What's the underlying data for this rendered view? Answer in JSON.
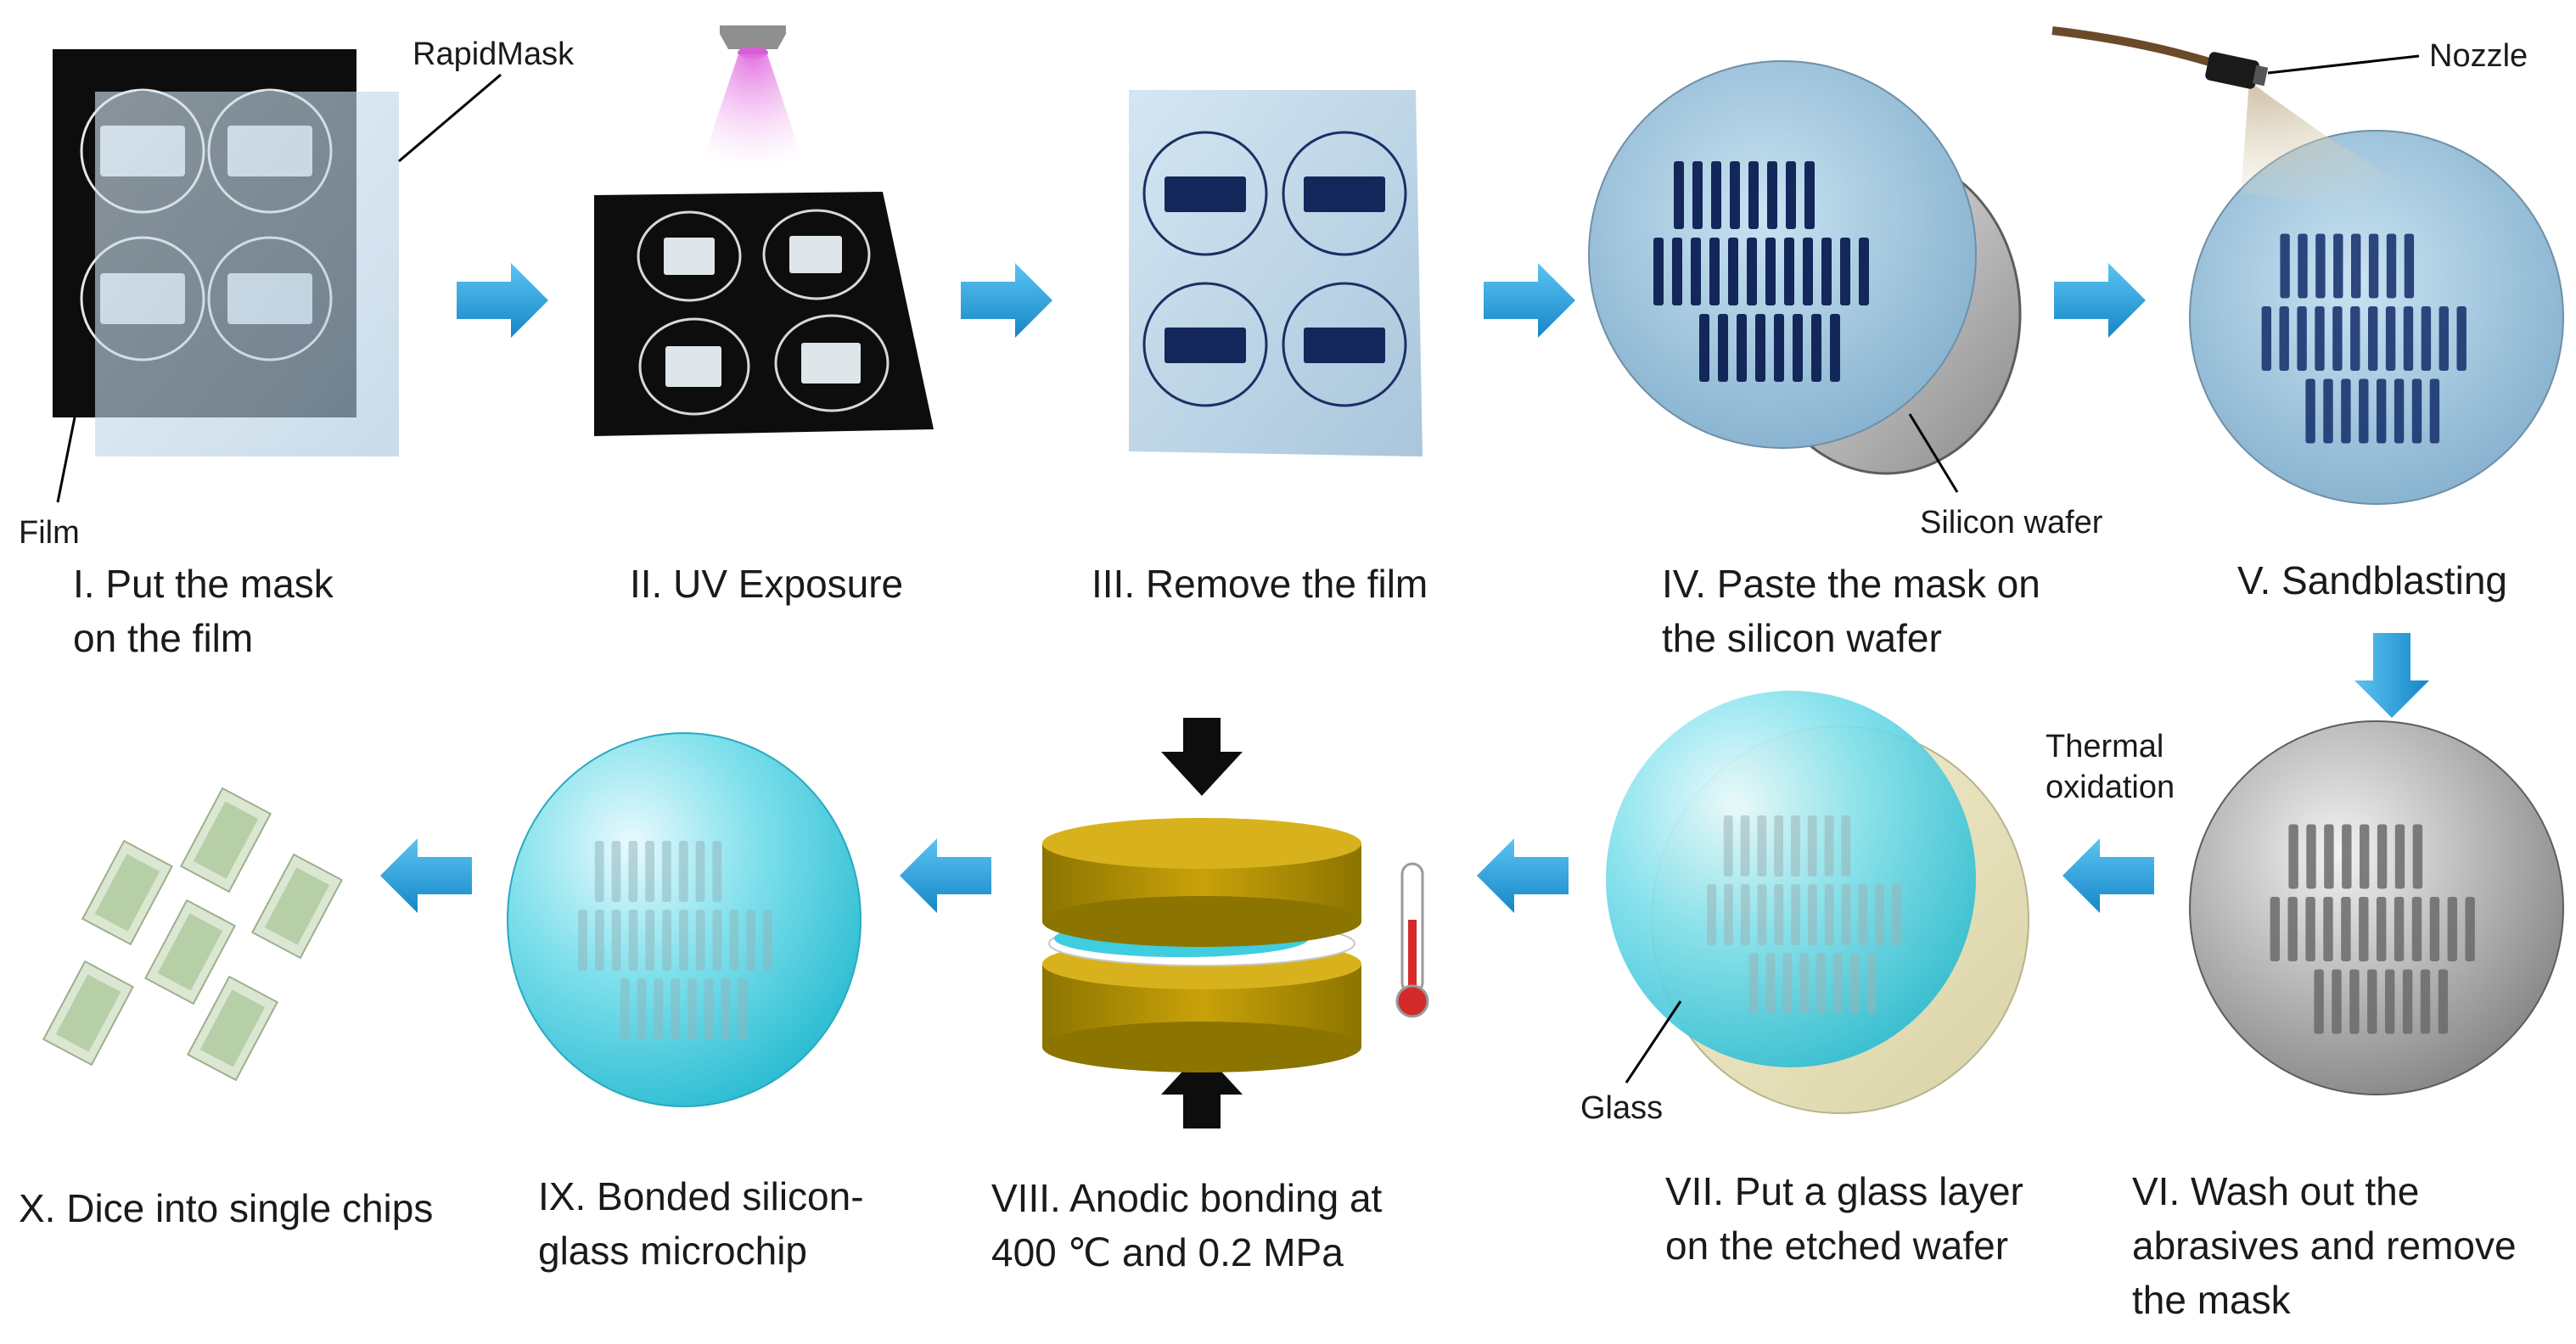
{
  "steps": {
    "s1": "I. Put the mask\non the film",
    "s2": "II. UV Exposure",
    "s3": "III. Remove the film",
    "s4": "IV. Paste the mask on\nthe silicon wafer",
    "s5": "V. Sandblasting",
    "s6": "VI.   Wash   out   the\nabrasives and remove\nthe mask",
    "s7": "VII. Put  a glass layer\non the etched wafer",
    "s8": "VIII. Anodic bonding at\n400 ℃ and 0.2 MPa",
    "s9": "IX. Bonded silicon-\nglass microchip",
    "s10": "X. Dice into single chips"
  },
  "callouts": {
    "rapidmask": "RapidMask",
    "film": "Film",
    "nozzle": "Nozzle",
    "silicon_wafer": "Silicon wafer",
    "thermal_oxidation": "Thermal\noxidation",
    "glass": "Glass"
  },
  "colors": {
    "arrow": "#1f9ad6",
    "film_black": "#0d0d0d",
    "mask_blue": "#b9d3e6",
    "wafer_blue": "#9fc4dc",
    "channel_navy": "#14275a",
    "glass_cyan": "#4fd7e8",
    "press_gold": "#c9a20a",
    "uv_lamp": "#d95fd5"
  },
  "icons": [
    "right-arrow-icon",
    "down-arrow-icon",
    "left-arrow-icon",
    "press-arrow-icon",
    "thermometer-icon",
    "uv-lamp-icon",
    "nozzle-icon"
  ]
}
